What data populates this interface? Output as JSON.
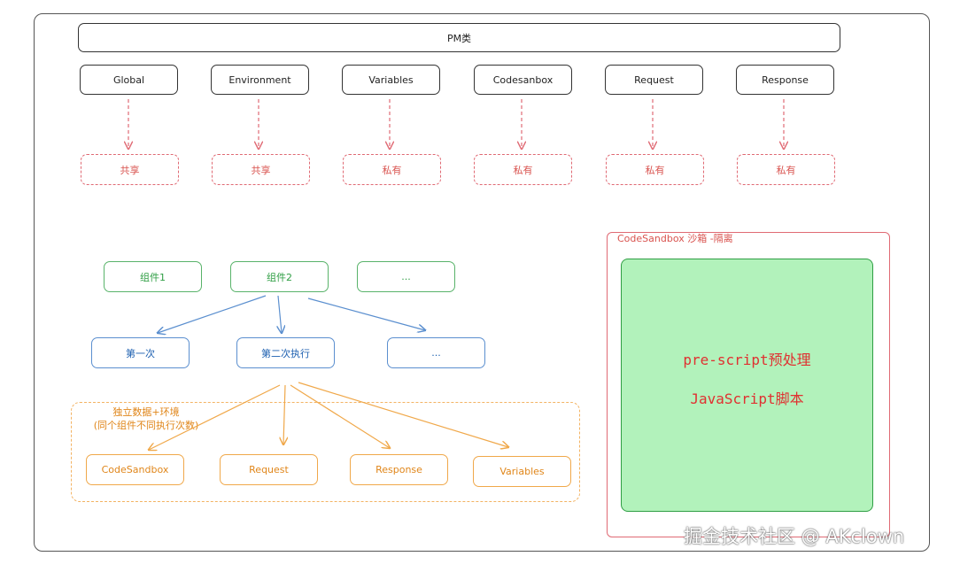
{
  "pm_class": "PM类",
  "top_items": [
    {
      "label": "Global",
      "scope": "共享"
    },
    {
      "label": "Environment",
      "scope": "共享"
    },
    {
      "label": "Variables",
      "scope": "私有"
    },
    {
      "label": "Codesanbox",
      "scope": "私有"
    },
    {
      "label": "Request",
      "scope": "私有"
    },
    {
      "label": "Response",
      "scope": "私有"
    }
  ],
  "components": [
    "组件1",
    "组件2",
    "..."
  ],
  "executions": [
    "第一次",
    "第二次执行",
    "..."
  ],
  "independent_label": [
    "独立数据+环境",
    "(同个组件不同执行次数)"
  ],
  "independent_items": [
    "CodeSandbox",
    "Request",
    "Response",
    "Variables"
  ],
  "sandbox": {
    "title": "CodeSandbox 沙箱 -隔离",
    "line1": "pre-script预处理",
    "line2": "JavaScript脚本"
  },
  "watermark": "掘金技术社区 @ AKclown",
  "colors": {
    "red": "#d9534f",
    "green_fill": "#b2f2bb",
    "blue": "#5b8fcf",
    "orange": "#f0a84a"
  }
}
